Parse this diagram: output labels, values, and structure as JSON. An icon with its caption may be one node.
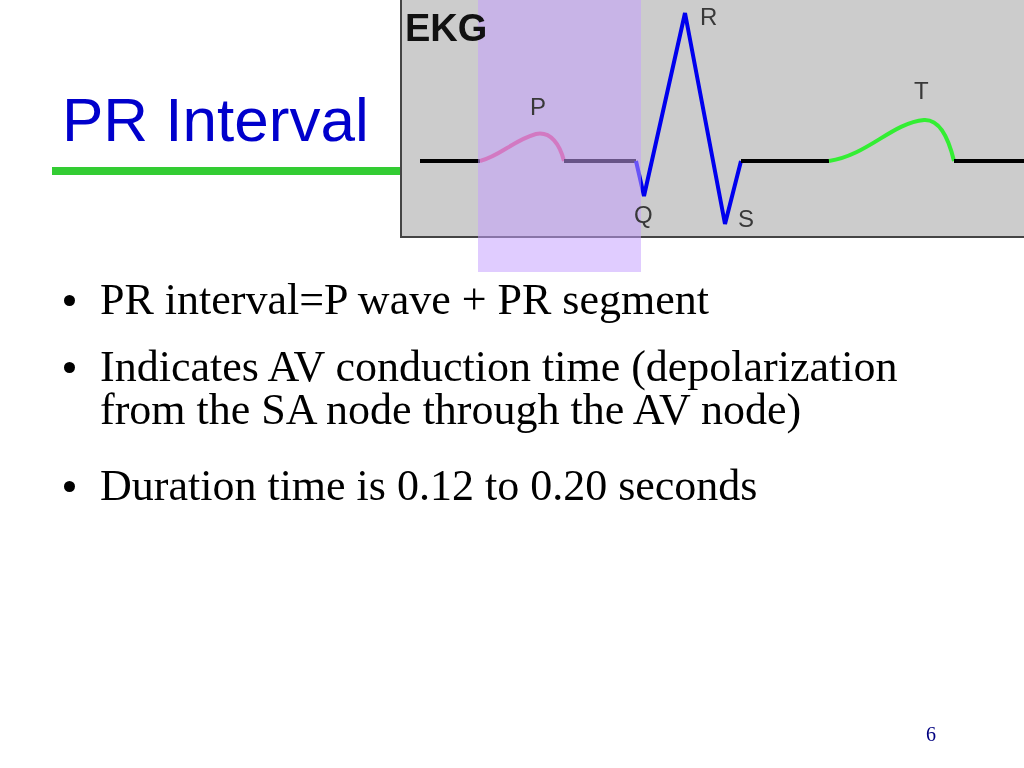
{
  "diagram": {
    "title": "PR Interval",
    "labels": [
      "EKG",
      "R",
      "P",
      "T",
      "Q",
      "S",
      "PR interval=P wave + PR segment",
      "Indicates AV conduction time (depolarization from the SA node through the AV node)",
      "Duration time is 0.12 to 0.20 seconds",
      "6"
    ]
  }
}
